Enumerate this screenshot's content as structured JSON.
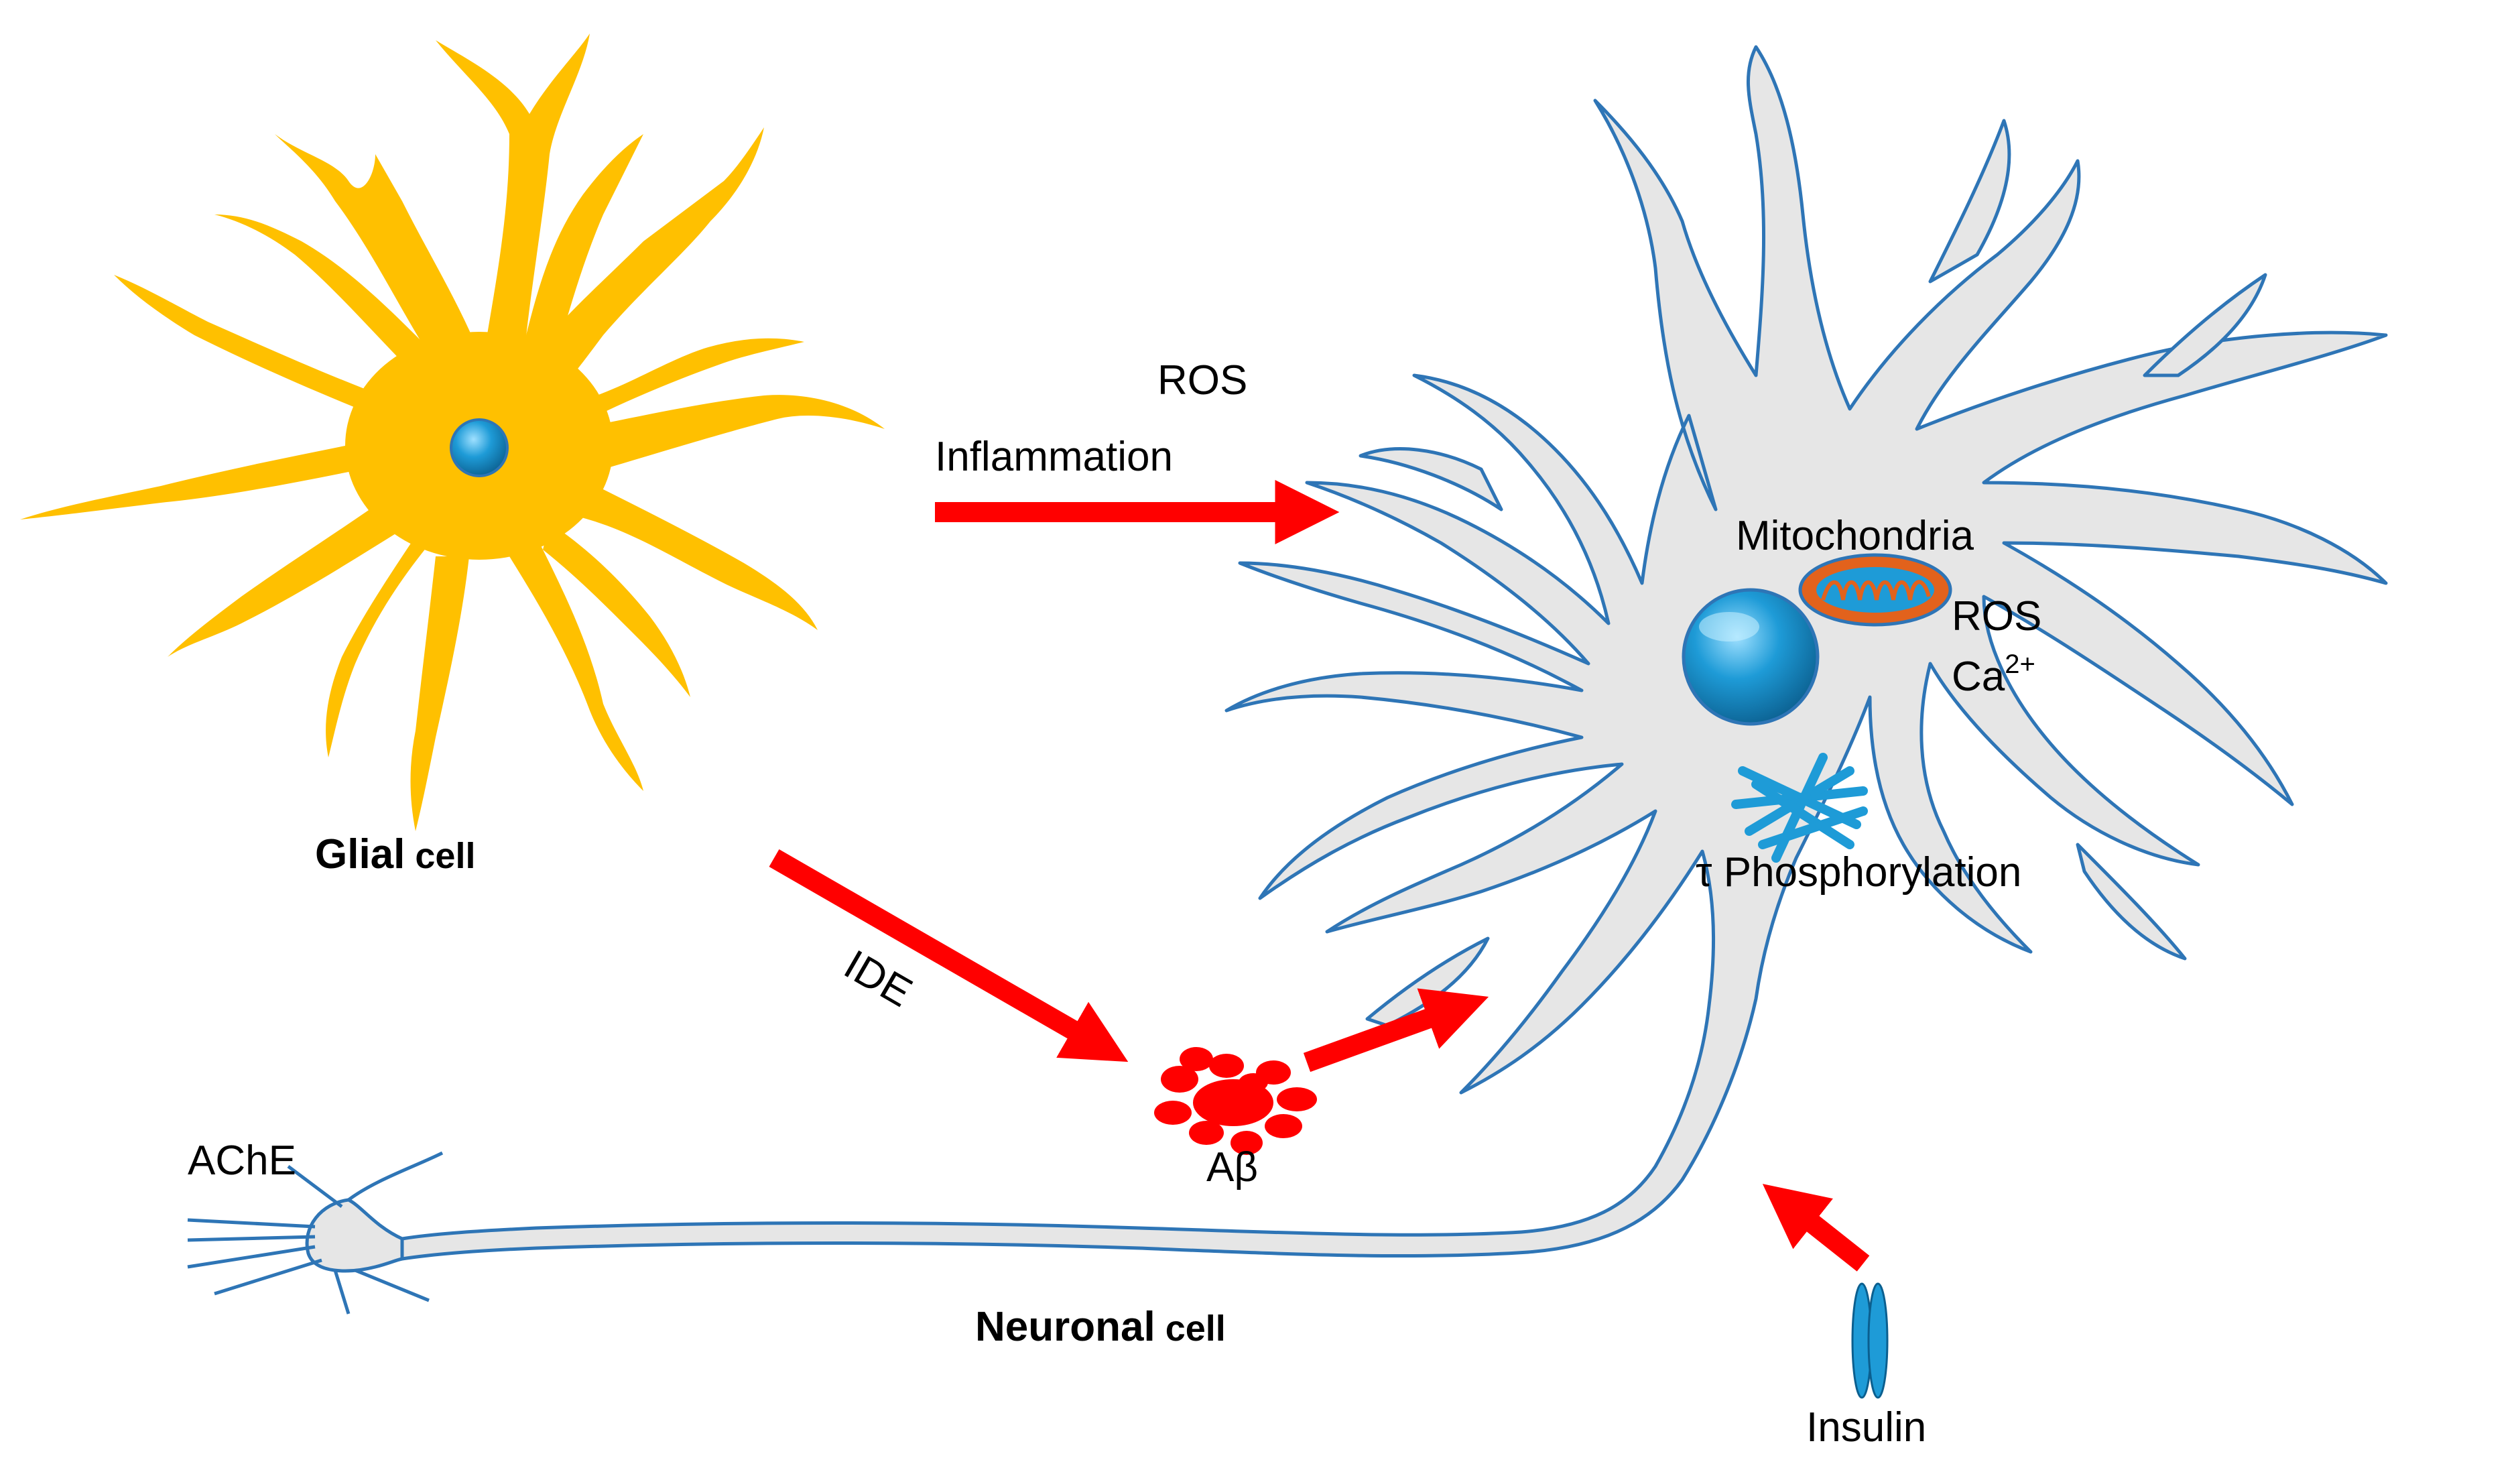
{
  "colors": {
    "glial_fill": "#FFC000",
    "neuron_fill": "#E6E6E6",
    "neuron_outline": "#2E75B6",
    "nucleus": "#1E9BD7",
    "arrow": "#FF0000",
    "mitochondria_outer": "#E2621C",
    "abeta": "#FF0000"
  },
  "labels": {
    "ros_top": "ROS",
    "inflammation": "Inflammation",
    "mitochondria": "Mitochondria",
    "ros_right": "ROS",
    "ca": "Ca",
    "ca_superscript": "2+",
    "tau_symbol": "τ",
    "phosphorylation": " Phosphorylation",
    "glial_bold": "Glial",
    "glial_small": " cell",
    "ide": "IDE",
    "abeta_a": "A",
    "abeta_beta": "β",
    "ache": "AChE",
    "neuronal_bold": "Neuronal",
    "neuronal_small": " cell",
    "insulin": "Insulin"
  },
  "icons": [
    "glial-cell",
    "neuron-cell",
    "nucleus",
    "mitochondria-icon",
    "tau-fibrils-icon",
    "abeta-aggregate-icon",
    "insulin-icon"
  ]
}
